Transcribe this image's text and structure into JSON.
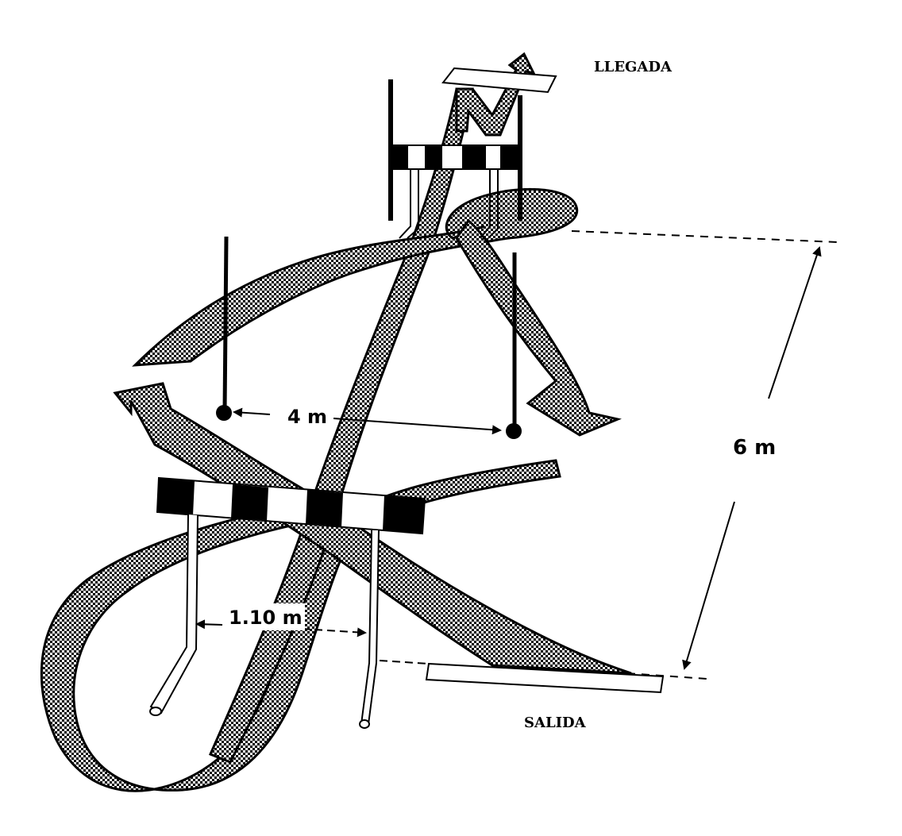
{
  "labels": {
    "finish": "LLEGADA",
    "start": "SALIDA",
    "pole_distance": "4 m",
    "course_length": "6 m",
    "hurdle_width": "1.10 m"
  }
}
